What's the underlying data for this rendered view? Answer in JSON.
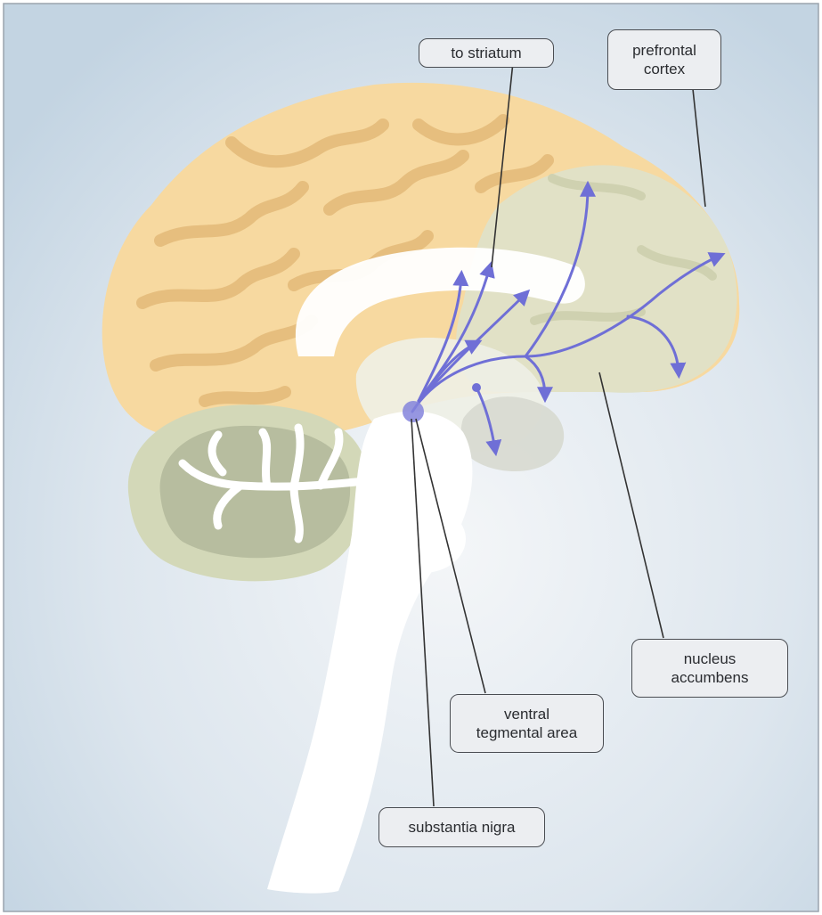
{
  "labels": {
    "to_striatum": "to striatum",
    "prefrontal_cortex": "prefrontal\ncortex",
    "nucleus_accumbens": "nucleus\naccumbens",
    "ventral_tegmental_area": "ventral\ntegmental area",
    "substantia_nigra": "substantia nigra"
  },
  "colors": {
    "background_center": "#f4f6f8",
    "background_edge": "#c3d4e2",
    "cerebrum": "#f7d9a0",
    "sulci": "#e6be7e",
    "frontal_region": "#dfe2c8",
    "cerebellum_outer": "#d3d8b8",
    "cerebellum_inner": "#b7bd9f",
    "white_matter": "#ffffff",
    "pathway": "#6f6fd6",
    "label_fill": "#eceef1",
    "label_border": "#4a4d52"
  }
}
